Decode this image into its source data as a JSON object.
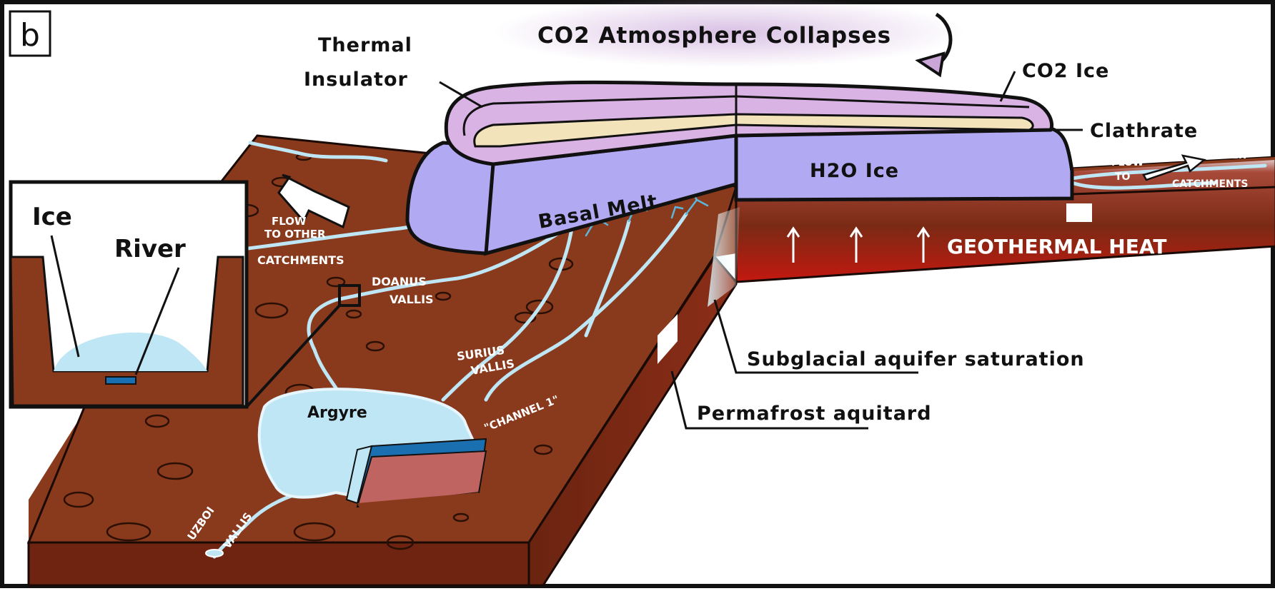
{
  "panel_label": "b",
  "labels": {
    "co2_collapse": "CO2 Atmosphere Collapses",
    "thermal_insulator_line1": "Thermal",
    "thermal_insulator_line2": "Insulator",
    "co2_ice": "CO2 Ice",
    "clathrate": "Clathrate",
    "h2o_ice": "H2O Ice",
    "basal_melt": "Basal Melt",
    "geothermal_heat": "GEOTHERMAL HEAT",
    "subglacial_aquifer": "Subglacial aquifer saturation",
    "permafrost_aquitard": "Permafrost aquitard",
    "flow_left_line1": "FLOW",
    "flow_left_line2": "TO OTHER",
    "flow_left_line3": "CATCHMENTS",
    "flow_right_line1": "FLOW",
    "flow_right_line2": "TO",
    "flow_right_line3": "OTHER",
    "flow_right_line4": "CATCHMENTS",
    "doanus_line1": "DOANUS",
    "doanus_line2": "VALLIS",
    "surius_line1": "SURIUS",
    "surius_line2": "VALLIS",
    "channel1": "\"CHANNEL 1\"",
    "argyre": "Argyre",
    "uzboi": "UZBOI",
    "uzboi_vallis": "VALLIS",
    "inset_ice": "Ice",
    "inset_river": "River"
  },
  "colors": {
    "ground": "#8a3a1c",
    "ground_side": "#6e2410",
    "heat_glow": "#d01a10",
    "ice_h2o": "#b1aaf2",
    "ice_co2": "#d9b3e3",
    "clathrate": "#f2e3bb",
    "water": "#bfe6f5",
    "river": "#9fd6ee",
    "water_dark": "#1a6fb0",
    "sediment": "#c06461"
  }
}
